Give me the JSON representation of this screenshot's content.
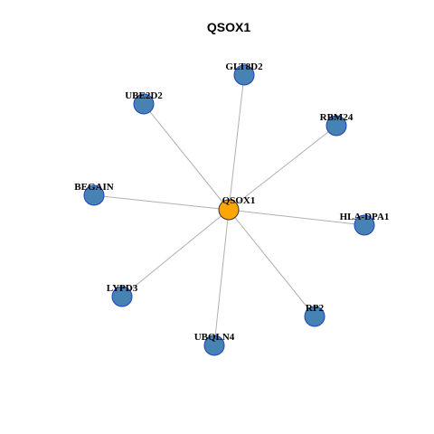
{
  "title": "QSOX1",
  "colors": {
    "center_fill": "#FFA500",
    "center_stroke": "#333333",
    "neighbor_fill": "#4682B4",
    "neighbor_stroke": "#1F3FBF",
    "edge": "#B0B0B0"
  },
  "center": {
    "label": "QSOX1"
  },
  "neighbors": [
    {
      "label": "GLT8D2"
    },
    {
      "label": "RBM24"
    },
    {
      "label": "HLA-DPA1"
    },
    {
      "label": "RP2"
    },
    {
      "label": "UBQLN4"
    },
    {
      "label": "LYPD3"
    },
    {
      "label": "BEGAIN"
    },
    {
      "label": "UBE2D2"
    }
  ]
}
